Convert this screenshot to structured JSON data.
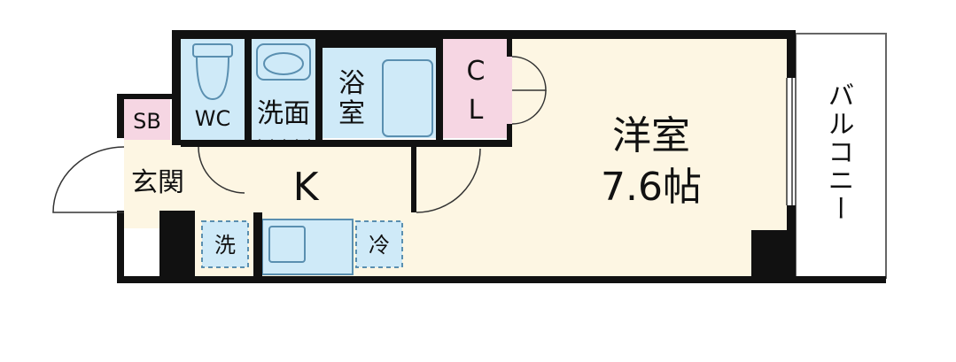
{
  "floor_plan": {
    "rooms": {
      "western_room": {
        "name": "洋室",
        "size": "7.6帖"
      },
      "kitchen": {
        "name": "K"
      },
      "entrance": {
        "name": "玄関"
      },
      "shoe_box": {
        "name": "SB"
      },
      "toilet": {
        "name": "WC"
      },
      "washroom": {
        "name": "洗面"
      },
      "bathroom": {
        "name_line1": "浴",
        "name_line2": "室"
      },
      "closet": {
        "name_line1": "C",
        "name_line2": "L"
      },
      "balcony": {
        "name": "バルコニー"
      }
    },
    "appliances": {
      "washer": "洗",
      "fridge": "冷"
    }
  },
  "colors": {
    "wall": "#111111",
    "wet_area": "#cfeaf8",
    "wet_area_stroke": "#5a8fb0",
    "closet": "#f6d6e3",
    "floor": "#fdf6e3"
  }
}
